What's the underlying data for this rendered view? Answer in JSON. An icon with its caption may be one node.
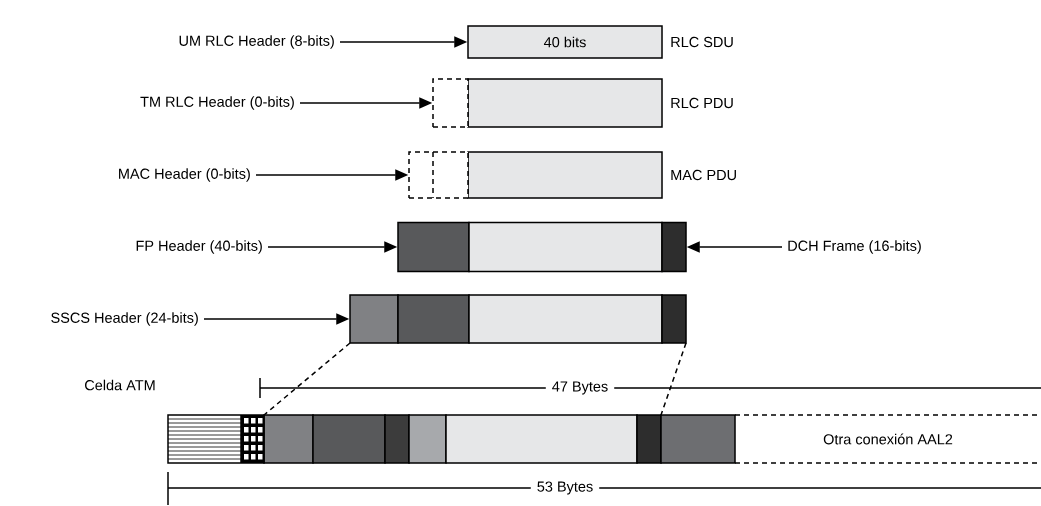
{
  "diagram": {
    "nodes": [
      {
        "text": [
          "UM RLC Header (8-bits)"
        ]
      },
      {
        "text": [
          "40 bits"
        ],
        "beside": [
          "RLC SDU"
        ]
      },
      {
        "text": [
          "TM RLC Header (0-bits)"
        ]
      },
      {
        "text": [],
        "shape": "box",
        "beside": [
          "RLC PDU"
        ]
      },
      {
        "text": [],
        "shape": "box"
      },
      {
        "text": [
          "MAC Header (0-bits)"
        ]
      },
      {
        "text": [],
        "shape": "box",
        "beside": [
          "MAC PDU"
        ]
      },
      {
        "text": [],
        "shape": "box"
      },
      {
        "text": [
          "FP Header (40-bits)"
        ]
      },
      {
        "text": [],
        "shape": "box"
      },
      {
        "text": [],
        "shape": "box"
      },
      {
        "text": [],
        "shape": "box"
      },
      {
        "text": [
          "DCH Frame (16-bits)"
        ]
      },
      {
        "text": [
          "SSCS Header (24-bits)"
        ]
      },
      {
        "text": [],
        "shape": "box"
      },
      {
        "text": [],
        "shape": "box"
      },
      {
        "text": [],
        "shape": "box"
      },
      {
        "text": [],
        "shape": "box"
      },
      {
        "text": [
          "Otra conexión AAL2"
        ]
      }
    ],
    "edges": [
      {
        "from": 0,
        "to": 1,
        "arrow": "to"
      },
      {
        "from": 2,
        "to": 4,
        "arrow": "to"
      },
      {
        "from": 5,
        "to": 7,
        "arrow": "to"
      },
      {
        "from": 8,
        "to": 9,
        "arrow": "to"
      },
      {
        "from": 12,
        "to": 11,
        "arrow": "to"
      },
      {
        "from": 13,
        "to": 14,
        "arrow": "to"
      }
    ],
    "labels": [
      "Celda ATM",
      "47 Bytes",
      "53 Bytes"
    ]
  }
}
